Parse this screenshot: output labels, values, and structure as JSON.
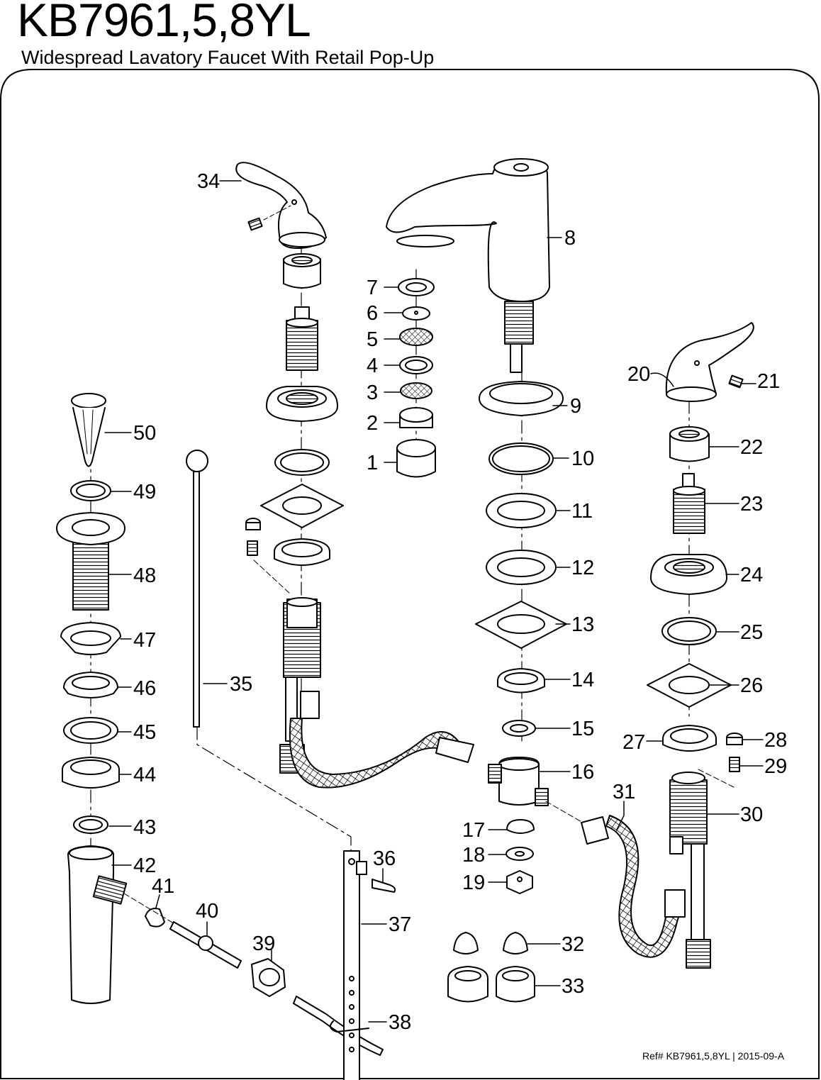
{
  "header": {
    "model": "KB7961,5,8YL",
    "subtitle": "Widespread Lavatory Faucet With Retail Pop-Up"
  },
  "footer": {
    "reference": "Ref# KB7961,5,8YL | 2015-09-A"
  },
  "callouts": {
    "c1": "1",
    "c2": "2",
    "c3": "3",
    "c4": "4",
    "c5": "5",
    "c6": "6",
    "c7": "7",
    "c8": "8",
    "c9": "9",
    "c10": "10",
    "c11": "11",
    "c12": "12",
    "c13": "13",
    "c14": "14",
    "c15": "15",
    "c16": "16",
    "c17": "17",
    "c18": "18",
    "c19": "19",
    "c20": "20",
    "c21": "21",
    "c22": "22",
    "c23": "23",
    "c24": "24",
    "c25": "25",
    "c26": "26",
    "c27": "27",
    "c28": "28",
    "c29": "29",
    "c30": "30",
    "c31": "31",
    "c32": "32",
    "c33": "33",
    "c34": "34",
    "c35": "35",
    "c36": "36",
    "c37": "37",
    "c38": "38",
    "c39": "39",
    "c40": "40",
    "c41": "41",
    "c42": "42",
    "c43": "43",
    "c44": "44",
    "c45": "45",
    "c46": "46",
    "c47": "47",
    "c48": "48",
    "c49": "49",
    "c50": "50"
  }
}
